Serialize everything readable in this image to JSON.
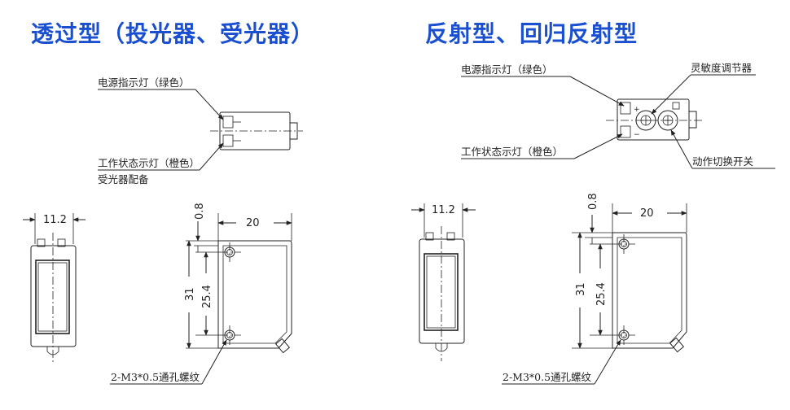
{
  "titles": {
    "left": "透过型（投光器、受光器）",
    "right": "反射型、回归反射型"
  },
  "left": {
    "power_label": "电源指示灯（绿色）",
    "status_label": "工作状态示灯（橙色）",
    "receiver_note": "受光器配备",
    "dim_width": "11.2",
    "dim_gap": "0.8",
    "dim_length": "20",
    "dim_height": "31",
    "dim_hole_pitch": "25.4",
    "hole_note": "2-M3*0.5通孔螺纹"
  },
  "right": {
    "power_label": "电源指示灯（绿色）",
    "sensitivity_label": "灵敏度调节器",
    "status_label": "工作状态示灯（橙色）",
    "mode_switch_label": "动作切换开关",
    "dim_width": "11.2",
    "dim_gap": "0.8",
    "dim_length": "20",
    "dim_height": "31",
    "dim_hole_pitch": "25.4",
    "hole_note": "2-M3*0.5通孔螺纹"
  },
  "colors": {
    "title": "#1a4fd0",
    "line": "#222222"
  }
}
